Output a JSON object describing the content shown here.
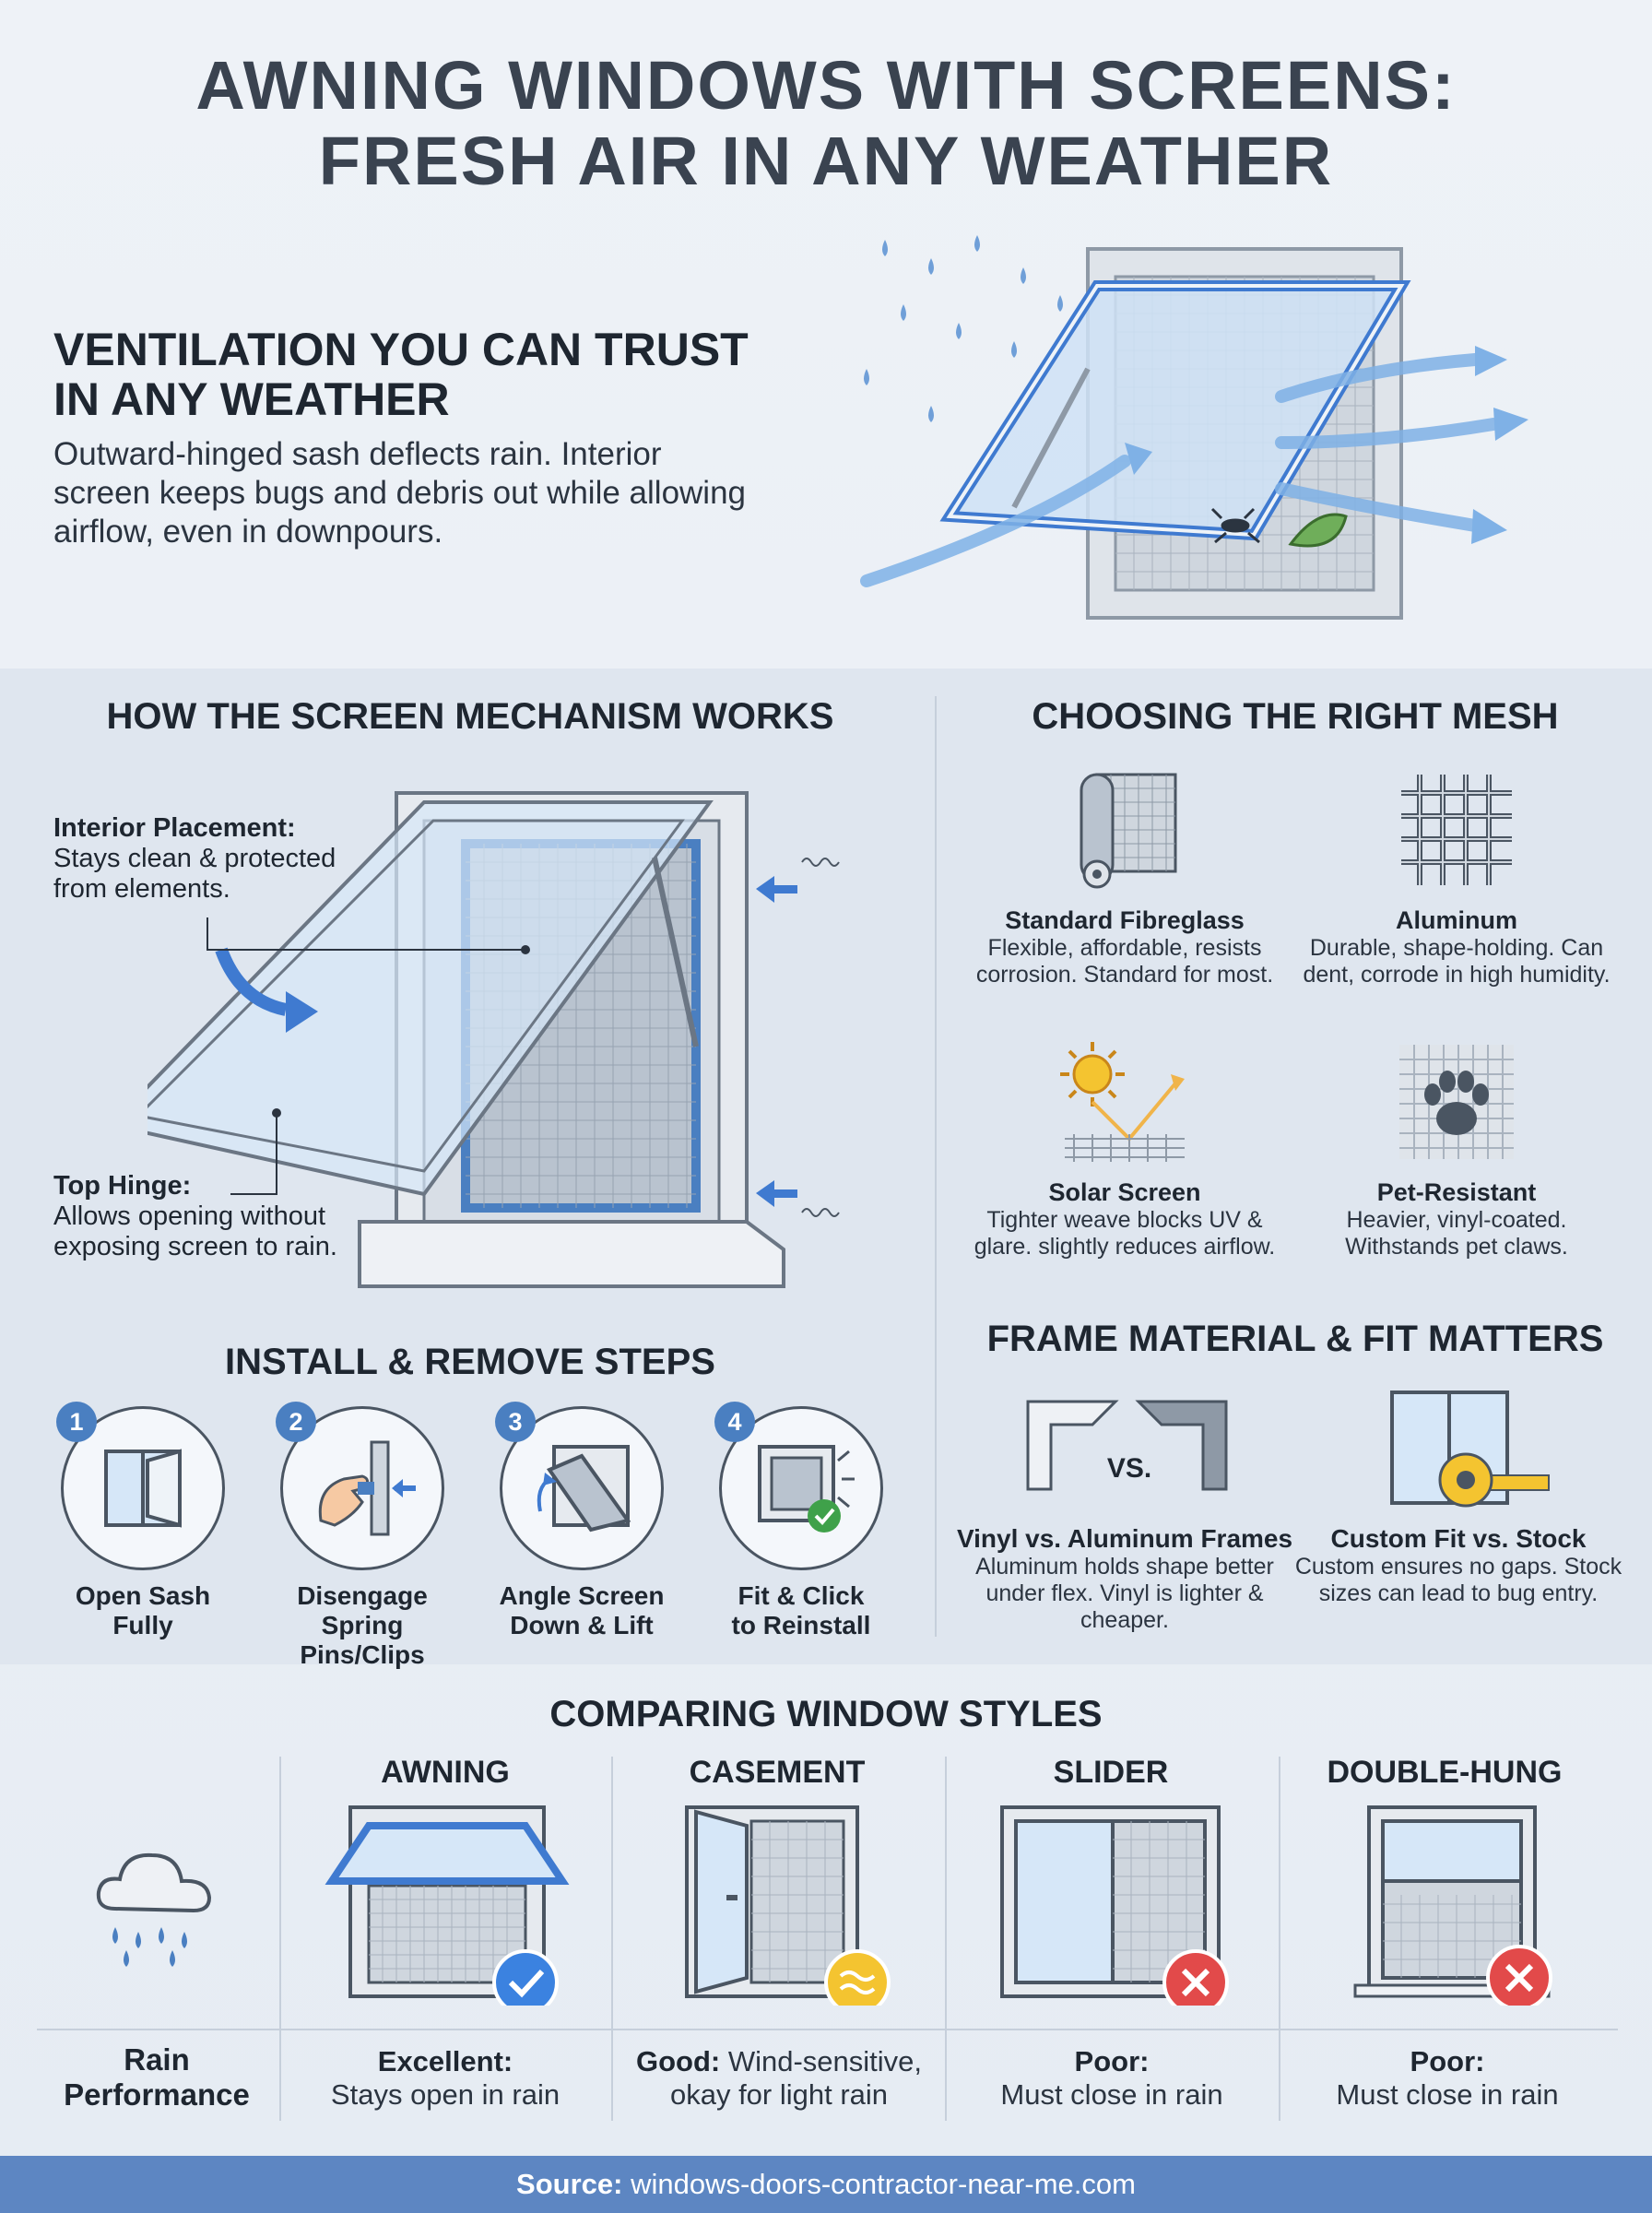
{
  "title": {
    "line1": "AWNING WINDOWS WITH SCREENS:",
    "line2": "FRESH AIR IN ANY WEATHER"
  },
  "hero": {
    "heading_line1": "VENTILATION YOU CAN TRUST",
    "heading_line2": "IN ANY WEATHER",
    "body": "Outward-hinged sash deflects rain. Interior screen keeps bugs and debris out while allowing airflow, even in downpours."
  },
  "mechanism": {
    "title": "HOW THE SCREEN MECHANISM WORKS",
    "interior_label": "Interior Placement:",
    "interior_text": "Stays clean & protected from elements.",
    "hinge_label": "Top Hinge:",
    "hinge_text": "Allows opening without exposing screen to rain."
  },
  "mesh": {
    "title": "CHOOSING THE RIGHT MESH",
    "items": [
      {
        "name": "Standard Fibreglass",
        "desc": "Flexible, affordable, resists corrosion. Standard for most."
      },
      {
        "name": "Aluminum",
        "desc": "Durable, shape-holding. Can dent, corrode in high humidity."
      },
      {
        "name": "Solar Screen",
        "desc": "Tighter weave blocks UV & glare. slightly reduces airflow."
      },
      {
        "name": "Pet-Resistant",
        "desc": "Heavier, vinyl-coated. Withstands pet claws."
      }
    ]
  },
  "install": {
    "title": "INSTALL & REMOVE STEPS",
    "steps": [
      {
        "num": "1",
        "line1": "Open Sash",
        "line2": "Fully"
      },
      {
        "num": "2",
        "line1": "Disengage",
        "line2": "Spring Pins/Clips"
      },
      {
        "num": "3",
        "line1": "Angle Screen",
        "line2": "Down & Lift"
      },
      {
        "num": "4",
        "line1": "Fit & Click",
        "line2": "to Reinstall"
      }
    ]
  },
  "frame": {
    "title": "FRAME MATERIAL & FIT MATTERS",
    "vs": "VS.",
    "items": [
      {
        "name": "Vinyl vs. Aluminum Frames",
        "desc": "Aluminum holds shape better under flex. Vinyl is lighter & cheaper."
      },
      {
        "name": "Custom Fit vs. Stock",
        "desc": "Custom ensures no gaps. Stock sizes can lead to bug entry."
      }
    ]
  },
  "compare": {
    "title": "COMPARING WINDOW STYLES",
    "row_label_line1": "Rain",
    "row_label_line2": "Performance",
    "columns": [
      {
        "name": "AWNING",
        "rating": "Excellent:",
        "detail": "Stays open in rain",
        "status": "check"
      },
      {
        "name": "CASEMENT",
        "rating": "Good:",
        "detail": "Wind-sensitive, okay for light rain",
        "status": "wave"
      },
      {
        "name": "SLIDER",
        "rating": "Poor:",
        "detail": "Must close in rain",
        "status": "cross"
      },
      {
        "name": "DOUBLE-HUNG",
        "rating": "Poor:",
        "detail": "Must close in rain",
        "status": "cross"
      }
    ]
  },
  "footer": {
    "label": "Source:",
    "url": "windows-doors-contractor-near-me.com"
  },
  "colors": {
    "accent_blue": "#4a7fc1",
    "frame_grey": "#c9d0d9",
    "footer": "#5d86c2",
    "good_yellow": "#f4c430",
    "bad_red": "#e24a4a",
    "check_blue": "#3b82e0"
  }
}
